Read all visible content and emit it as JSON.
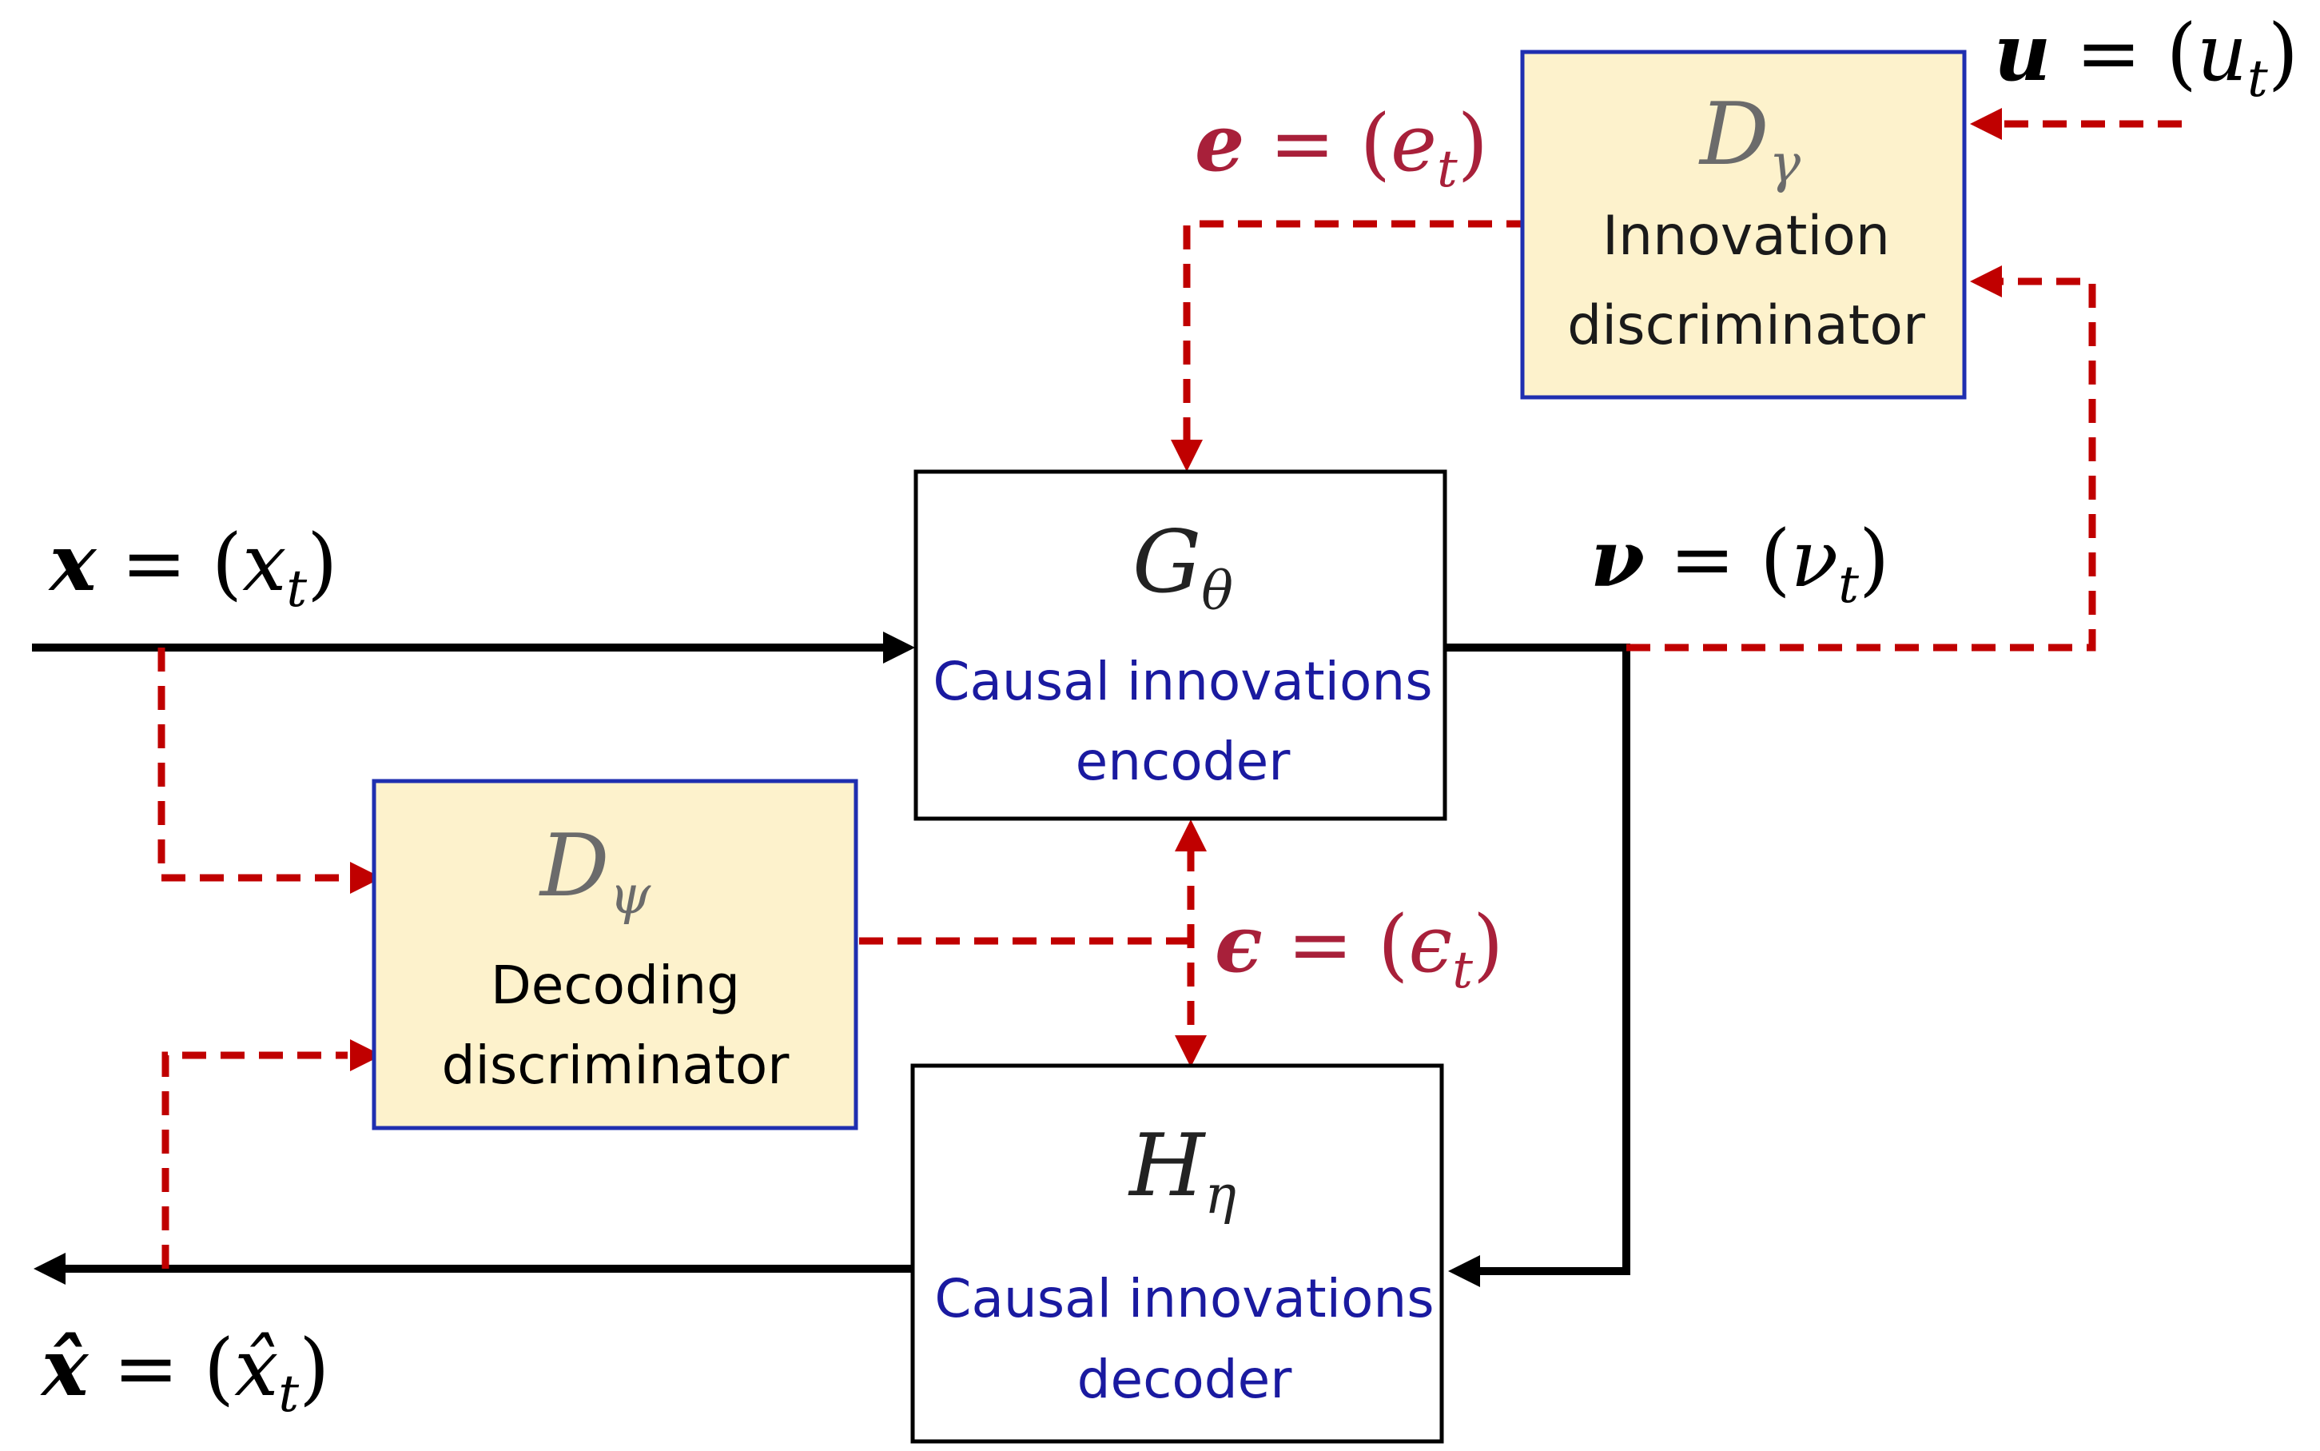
{
  "blocks": {
    "encoder": {
      "symbol": "G",
      "subscript": "θ",
      "line1": "Causal innovations",
      "line2": "encoder"
    },
    "decoder": {
      "symbol": "H",
      "subscript": "η",
      "line1": "Causal innovations",
      "line2": "decoder"
    },
    "innovation_discriminator": {
      "symbol": "D",
      "subscript": "γ",
      "line1": "Innovation",
      "line2": "discriminator"
    },
    "decoding_discriminator": {
      "symbol": "D",
      "subscript": "ψ",
      "line1": "Decoding",
      "line2": "discriminator"
    }
  },
  "signals": {
    "x": {
      "bold": "x",
      "eq": " = (",
      "var": "x",
      "sub": "t",
      "close": ")"
    },
    "x_hat": {
      "bold": "x̂",
      "eq": " = (",
      "var": "x̂",
      "sub": "t",
      "close": ")"
    },
    "nu": {
      "bold": "ν",
      "eq": " = (",
      "var": "ν",
      "sub": "t",
      "close": ")"
    },
    "u": {
      "bold": "u",
      "eq": " = (",
      "var": "u",
      "sub": "t",
      "close": ")"
    },
    "e": {
      "bold": "e",
      "eq": " = (",
      "var": "e",
      "sub": "t",
      "close": ")"
    },
    "epsilon": {
      "bold": "ϵ",
      "eq": " = (",
      "var": "ϵ",
      "sub": "t",
      "close": ")"
    }
  },
  "colors": {
    "solid_line": "#000000",
    "dashed_line": "#c00000",
    "math_red": "#a8203a",
    "blue_text": "#1a1aa0",
    "discriminator_fill": "#fdf2cc",
    "discriminator_border": "#1f2fb0",
    "block_border": "#000000"
  }
}
